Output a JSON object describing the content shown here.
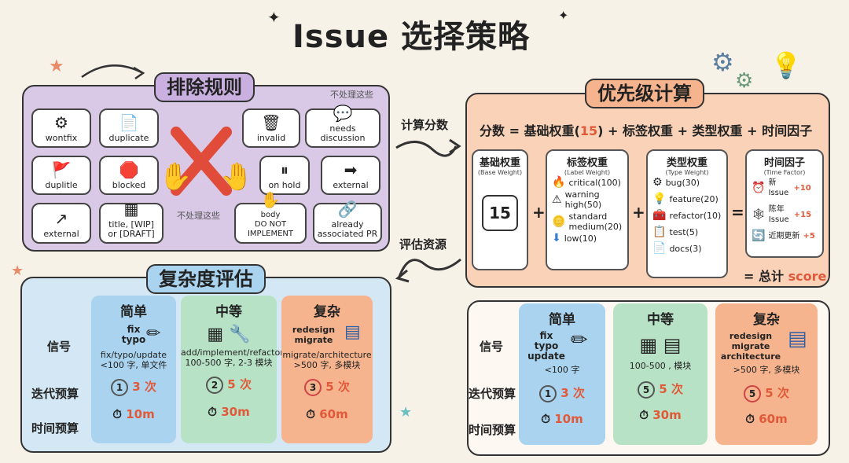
{
  "title": "Issue 选择策略",
  "exclude": {
    "title": "排除规则",
    "note_top": "不处理这些",
    "note_mid": "不处理这些",
    "cards": [
      "wontfix",
      "duplicate",
      "invalid",
      "needs discussion",
      "duplitle",
      "blocked",
      "on hold",
      "external",
      "external",
      "title, [WIP]\nor [DRAFT]",
      "body\nDO NOT IMPLEMENT",
      "already\nassociated PR"
    ]
  },
  "arrows": {
    "calc": "计算分数",
    "eval": "评估资源"
  },
  "priority": {
    "title": "优先级计算",
    "formula_a": "分数 = 基础权重(",
    "formula_num": "15",
    "formula_b": ") + 标签权重 + 类型权重 + 时间因子",
    "base": {
      "title": "基础权重",
      "sub": "(Base Weight)",
      "value": "15"
    },
    "label": {
      "title": "标签权重",
      "sub": "(Label Weight)",
      "items": [
        "critical(100)",
        "warning high(50)",
        "standard medium(20)",
        "low(10)"
      ]
    },
    "type": {
      "title": "类型权重",
      "sub": "(Type Weight)",
      "items": [
        "bug(30)",
        "feature(20)",
        "refactor(10)",
        "test(5)",
        "docs(3)"
      ]
    },
    "time": {
      "title": "时间因子",
      "sub": "(Time Factor)",
      "new": "新 Issue",
      "new_v": "+10",
      "old": "陈年 Issue",
      "old_v": "+15",
      "recent": "近期更新",
      "recent_v": "+5"
    },
    "total_a": "= 总计 ",
    "total_b": "score",
    "plus": "+",
    "eq": "="
  },
  "complexity": {
    "title": "复杂度评估",
    "rows": [
      "信号",
      "迭代预算",
      "时间预算"
    ],
    "cols": [
      {
        "head": "简单",
        "sig1": "fix\ntypo",
        "sig2": "fix/typo/update\n<100 字, 单文件",
        "iter_n": "1",
        "iter": "3 次",
        "time": "10m"
      },
      {
        "head": "中等",
        "sig1": "",
        "sig2": "add/implement/refactor\n100-500 字, 2-3 模块",
        "iter_n": "2",
        "iter": "5 次",
        "time": "30m"
      },
      {
        "head": "复杂",
        "sig1": "redesign\nmigrate",
        "sig2": "migrate/architecture\n>500 字, 多模块",
        "iter_n": "3",
        "iter": "5 次",
        "time": "60m"
      }
    ]
  },
  "complexity2": {
    "rows": [
      "信号",
      "迭代预算",
      "时间预算"
    ],
    "cols": [
      {
        "head": "简单",
        "sig1": "fix\ntypo\nupdate",
        "sig2": "<100 字",
        "iter_n": "1",
        "iter": "3 次",
        "time": "10m"
      },
      {
        "head": "中等",
        "sig1": "",
        "sig2": "100-500 , 模块",
        "iter_n": "5",
        "iter": "5 次",
        "time": "30m"
      },
      {
        "head": "复杂",
        "sig1": "redesign\nmigrate\narchitecture",
        "sig2": ">500 字, 多模块",
        "iter_n": "5",
        "iter": "5 次",
        "time": "60m"
      }
    ]
  }
}
